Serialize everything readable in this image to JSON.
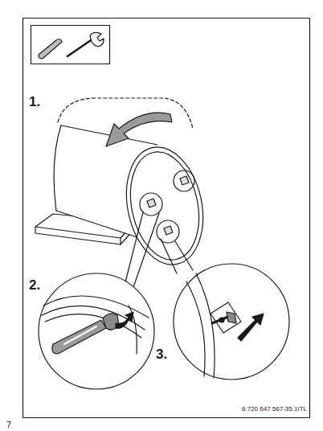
{
  "diagram": {
    "labels": [
      "1.",
      "2.",
      "3.",
      "6 720 647 567-35.1ITL",
      "7"
    ]
  }
}
